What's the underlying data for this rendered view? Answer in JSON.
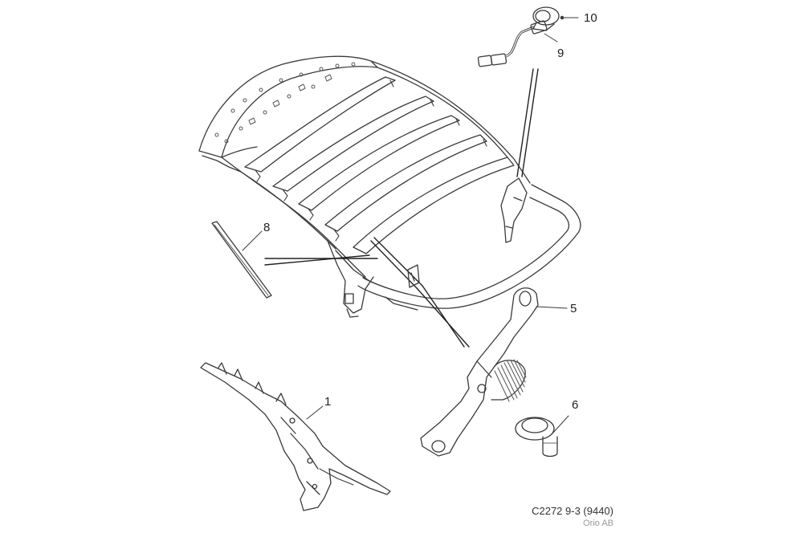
{
  "callouts": {
    "c1": "1",
    "c5": "5",
    "c6": "6",
    "c8": "8",
    "c9": "9",
    "c10": "10"
  },
  "footer": {
    "code": "C2272 9-3 (9440)",
    "org": "Orio AB"
  },
  "colors": {
    "line": "#3a3a3a",
    "detail": "#555555",
    "background": "#ffffff"
  }
}
